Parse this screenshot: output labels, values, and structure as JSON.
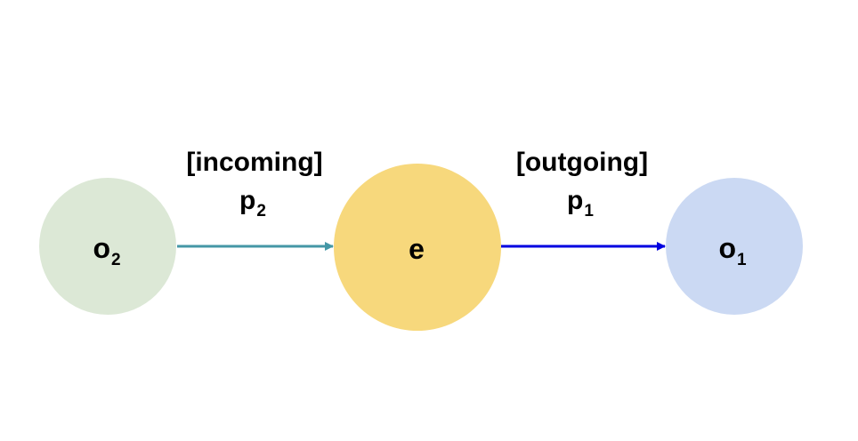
{
  "nodes": {
    "o2": {
      "base": "o",
      "sub": "2",
      "color": "#dce8d6"
    },
    "e": {
      "base": "e",
      "color": "#f7d87c"
    },
    "o1": {
      "base": "o",
      "sub": "1",
      "color": "#cbd9f3"
    }
  },
  "edges": {
    "incoming": {
      "tag": "[incoming]",
      "base": "p",
      "sub": "2",
      "color": "#4497a6"
    },
    "outgoing": {
      "tag": "[outgoing]",
      "base": "p",
      "sub": "1",
      "color": "#0000e0"
    }
  }
}
